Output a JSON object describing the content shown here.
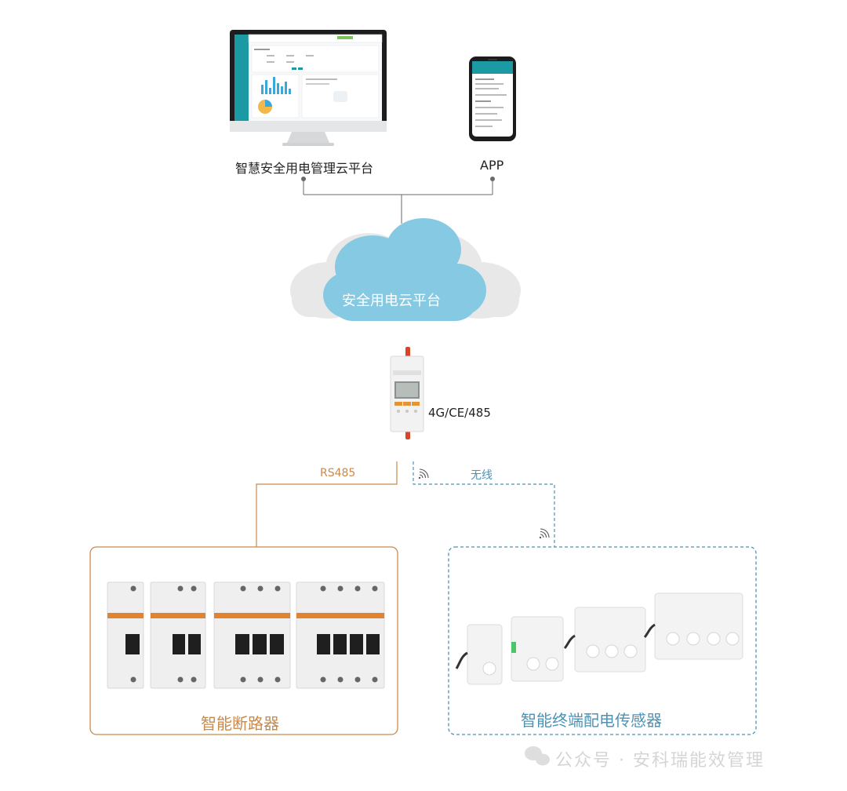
{
  "labels": {
    "platform": "智慧安全用电管理云平台",
    "app": "APP",
    "cloud": "安全用电云平台",
    "gateway": "4G/CE/485",
    "rs485": "RS485",
    "wireless": "无线",
    "breakers": "智能断路器",
    "sensors": "智能终端配电传感器"
  },
  "watermark": {
    "account_label": "公众号 · 安科瑞能效管理"
  },
  "colors": {
    "wired": "#c98a4b",
    "wireless": "#4c93b6",
    "cloud": "#86c9e2",
    "cloud_shadow": "#e8e8e8",
    "connector": "#6a6a6a"
  }
}
